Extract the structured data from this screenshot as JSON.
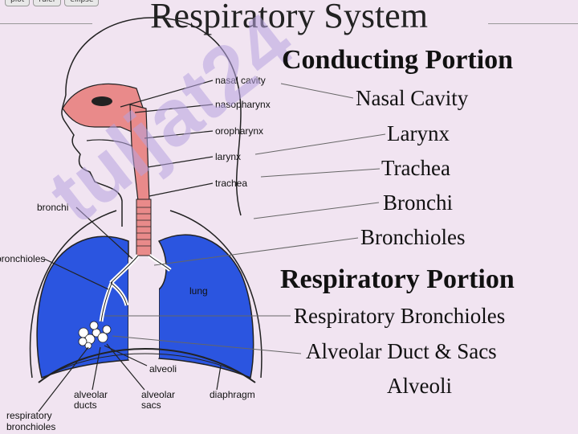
{
  "title": "Respiratory System",
  "toolbar": {
    "tabs": [
      "plot",
      "ruler",
      "ellipse"
    ]
  },
  "watermark": "tuljat24",
  "conducting": {
    "heading": "Conducting Portion",
    "items": [
      "Nasal Cavity",
      "Larynx",
      "Trachea",
      "Bronchi",
      "Bronchioles"
    ]
  },
  "respiratory": {
    "heading": "Respiratory Portion",
    "items": [
      "Respiratory Bronchioles",
      "Alveolar Duct & Sacs",
      "Alveoli"
    ]
  },
  "diagram_labels": {
    "nasal_cavity": "nasal cavity",
    "nasopharynx": "nasopharynx",
    "oropharynx": "oropharynx",
    "larynx": "larynx",
    "trachea": "trachea",
    "bronchi": "bronchi",
    "bronchioles": "bronchioles",
    "lung": "lung",
    "alveoli": "alveoli",
    "alveolar_ducts_1": "alveolar",
    "alveolar_ducts_2": "ducts",
    "alveolar_sacs_1": "alveolar",
    "alveolar_sacs_2": "sacs",
    "diaphragm": "diaphragm",
    "respiratory_bronchioles_1": "respiratory",
    "respiratory_bronchioles_2": "bronchioles"
  },
  "colors": {
    "lung": "#2b55e0",
    "airway": "#e98a8a",
    "background": "#f1e4f1",
    "watermark": "#b7a3df"
  }
}
